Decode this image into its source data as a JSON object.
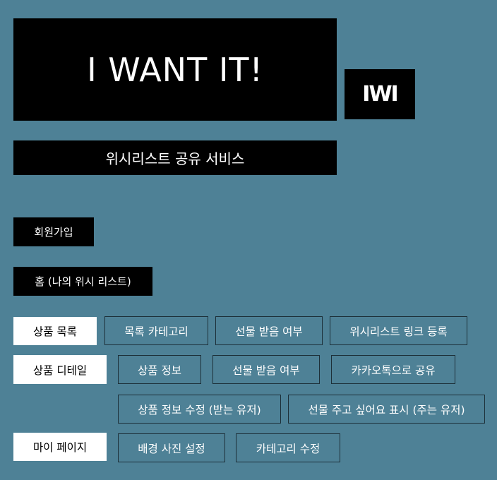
{
  "header": {
    "title": "I WANT IT!",
    "logo": "IWI",
    "subtitle": "위시리스트 공유 서비스"
  },
  "pages": {
    "signup": "회원가입",
    "home": "홈 (나의 위시 리스트)"
  },
  "product_list": {
    "label": "상품 목록",
    "items": [
      "목록 카테고리",
      "선물 받음 여부",
      "위시리스트 링크 등록"
    ]
  },
  "product_detail": {
    "label": "상품 디테일",
    "items": [
      "상품 정보",
      "선물 받음 여부",
      "카카오톡으로 공유",
      "상품 정보 수정 (받는 유저)",
      "선물 주고 싶어요 표시 (주는 유저)"
    ]
  },
  "my_page": {
    "label": "마이 페이지",
    "items": [
      "배경 사진 설정",
      "카테고리 수정"
    ]
  },
  "colors": {
    "background": "#4e8196",
    "black_box": "#000000",
    "white_box": "#ffffff",
    "outline": "#1c2f38"
  }
}
